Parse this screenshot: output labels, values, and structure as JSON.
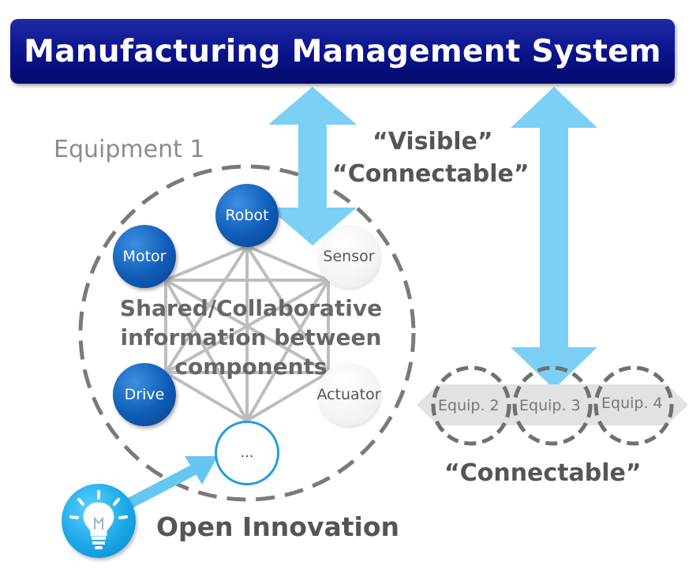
{
  "header": {
    "title": "Manufacturing Management System"
  },
  "equipment": {
    "title": "Equipment 1"
  },
  "labels": {
    "visible": "“Visible”",
    "connectable_top": "“Connectable”",
    "connectable_bottom": "“Connectable”",
    "shared_line1": "Shared/Collaborative",
    "shared_line2": "information between",
    "shared_line3": "components",
    "open_innovation": "Open Innovation"
  },
  "components": {
    "robot": "Robot",
    "motor": "Motor",
    "sensor": "Sensor",
    "drive": "Drive",
    "actuator": "Actuator",
    "etc": "…"
  },
  "equips": [
    "Equip. 2",
    "Equip. 3",
    "Equip. 4"
  ],
  "colors": {
    "header_bg": "#0a128a",
    "arrow": "#7ccff5",
    "component_blue": "#0f5cb8",
    "dashed": "#7a7a7a",
    "text_gray": "#555555"
  },
  "icons": {
    "open_innovation": "lightbulb-icon"
  }
}
